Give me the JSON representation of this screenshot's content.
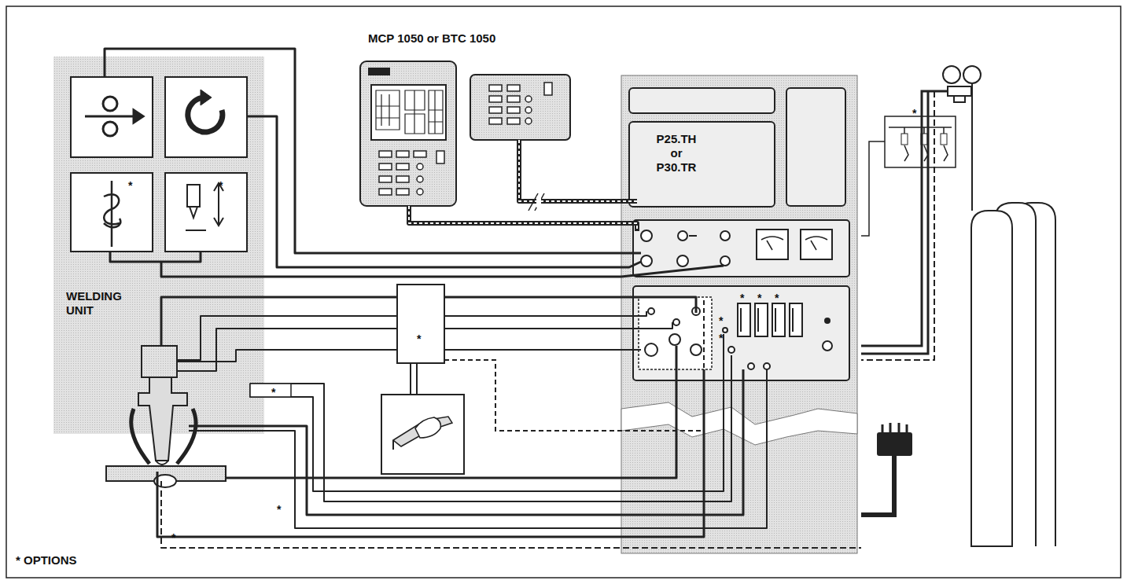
{
  "diagram": {
    "nodes": [
      {
        "text": [
          "WELDING UNIT"
        ]
      },
      {
        "text": [
          "P25.TH or P30.TR"
        ]
      }
    ],
    "edges": [
      {
        "from": 0,
        "to": 1,
        "arrow": "none"
      }
    ],
    "labels": [
      "MCP 1050 or BTC 1050",
      "*",
      "*",
      "*",
      "*",
      "*",
      "*",
      "*",
      "*",
      "*",
      "*",
      "*",
      "*",
      "* OPTIONS"
    ]
  }
}
